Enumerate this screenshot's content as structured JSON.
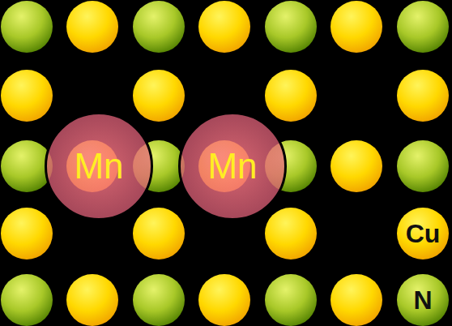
{
  "diagram": {
    "nodes": [
      {
        "text": [
          "Mn"
        ]
      },
      {
        "text": [
          "Mn"
        ]
      },
      {
        "text": [
          "Cu"
        ]
      },
      {
        "text": [
          "N"
        ]
      }
    ]
  }
}
